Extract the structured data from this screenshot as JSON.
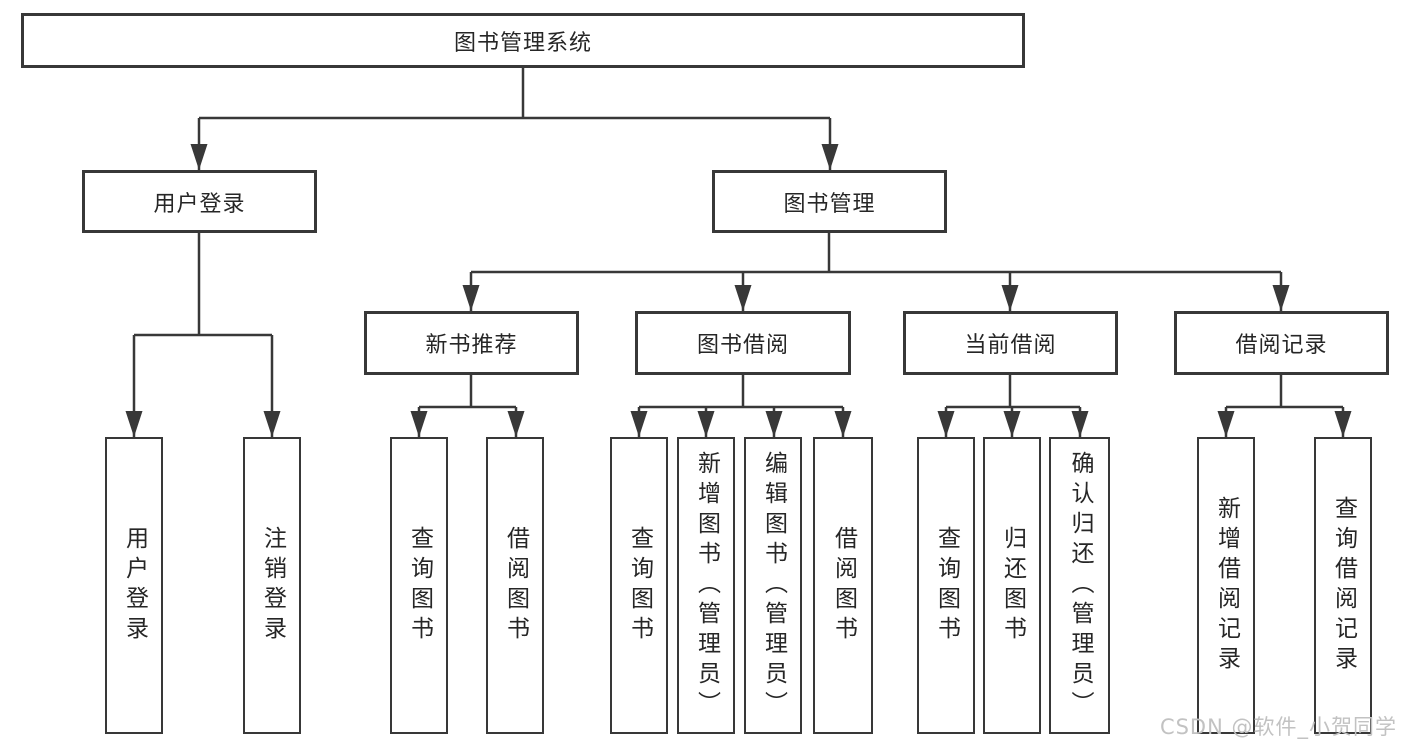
{
  "diagram": {
    "title": "图书管理系统",
    "nodes": {
      "root": {
        "label": "图书管理系统"
      },
      "level2": [
        {
          "id": "user-login",
          "label": "用户登录",
          "parent": "root"
        },
        {
          "id": "book-management",
          "label": "图书管理",
          "parent": "root"
        }
      ],
      "level3": [
        {
          "id": "new-book-recommend",
          "label": "新书推荐",
          "parent": "book-management"
        },
        {
          "id": "book-borrowing",
          "label": "图书借阅",
          "parent": "book-management"
        },
        {
          "id": "current-borrowing",
          "label": "当前借阅",
          "parent": "book-management"
        },
        {
          "id": "borrowing-records",
          "label": "借阅记录",
          "parent": "book-management"
        }
      ],
      "leaves": [
        {
          "id": "leaf-user-login",
          "label": "用户登录",
          "parent": "user-login"
        },
        {
          "id": "leaf-logout",
          "label": "注销登录",
          "parent": "user-login"
        },
        {
          "id": "leaf-query-books-1",
          "label": "查询图书",
          "parent": "new-book-recommend"
        },
        {
          "id": "leaf-borrow-books-1",
          "label": "借阅图书",
          "parent": "new-book-recommend"
        },
        {
          "id": "leaf-query-books-2",
          "label": "查询图书",
          "parent": "book-borrowing"
        },
        {
          "id": "leaf-add-books-admin",
          "label": "新增图书（管理员）",
          "parent": "book-borrowing"
        },
        {
          "id": "leaf-edit-books-admin",
          "label": "编辑图书（管理员）",
          "parent": "book-borrowing"
        },
        {
          "id": "leaf-borrow-books-2",
          "label": "借阅图书",
          "parent": "book-borrowing"
        },
        {
          "id": "leaf-query-books-3",
          "label": "查询图书",
          "parent": "current-borrowing"
        },
        {
          "id": "leaf-return-books",
          "label": "归还图书",
          "parent": "current-borrowing"
        },
        {
          "id": "leaf-confirm-return-admin",
          "label": "确认归还（管理员）",
          "parent": "current-borrowing"
        },
        {
          "id": "leaf-add-borrow-record",
          "label": "新增借阅记录",
          "parent": "borrowing-records"
        },
        {
          "id": "leaf-query-borrow-record",
          "label": "查询借阅记录",
          "parent": "borrowing-records"
        }
      ]
    },
    "colors": {
      "line": "#383838",
      "box_border": "#383838",
      "text": "#262626",
      "background": "#ffffff",
      "watermark": "#c2c2c2"
    }
  },
  "watermark": {
    "text": "CSDN @软件_小贺同学"
  }
}
